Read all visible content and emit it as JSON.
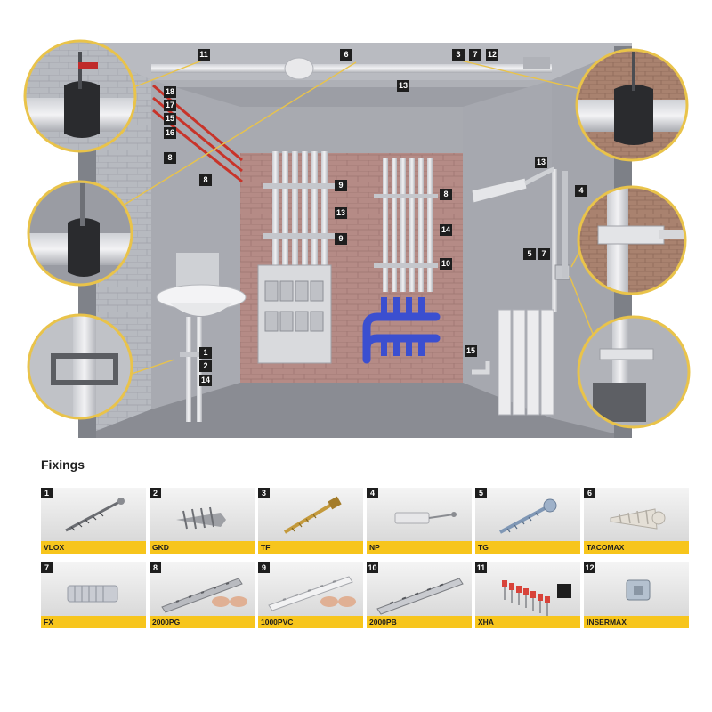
{
  "scene_labels": [
    "11",
    "6",
    "3",
    "7",
    "12",
    "13",
    "18",
    "17",
    "15",
    "16",
    "8",
    "8",
    "9",
    "13",
    "9",
    "8",
    "14",
    "10",
    "13",
    "4",
    "5",
    "7",
    "1",
    "2",
    "14",
    "15"
  ],
  "fixings": {
    "title": "Fixings",
    "items": [
      {
        "num": "1",
        "name": "VLOX",
        "icon": "wood-screw-icon"
      },
      {
        "num": "2",
        "name": "GKD",
        "icon": "drywall-anchor-icon"
      },
      {
        "num": "3",
        "name": "TF",
        "icon": "gold-screw-icon"
      },
      {
        "num": "4",
        "name": "NP",
        "icon": "nail-plug-icon"
      },
      {
        "num": "5",
        "name": "TG",
        "icon": "pan-head-screw-icon"
      },
      {
        "num": "6",
        "name": "TACOMAX",
        "icon": "plastic-anchor-icon"
      },
      {
        "num": "7",
        "name": "FX",
        "icon": "wall-plug-icon"
      },
      {
        "num": "8",
        "name": "2000PG",
        "icon": "metal-rail-icon"
      },
      {
        "num": "9",
        "name": "1000PVC",
        "icon": "pvc-rail-icon"
      },
      {
        "num": "10",
        "name": "2000PB",
        "icon": "steel-rail-icon"
      },
      {
        "num": "11",
        "name": "XHA",
        "icon": "nail-strip-icon"
      },
      {
        "num": "12",
        "name": "INSERMAX",
        "icon": "cage-nut-icon"
      }
    ]
  },
  "colors": {
    "accent_yellow": "#f7c51c",
    "label_bg": "#1e1e1e",
    "wall_grey": "#a9abb2",
    "brick": "#b68a84",
    "pipe_blue": "#3b4fd0"
  }
}
